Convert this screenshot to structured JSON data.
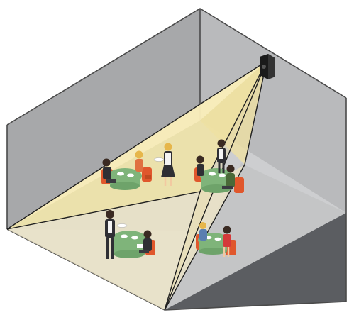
{
  "diagram": {
    "colors": {
      "background": "#ffffff",
      "left_wall": "#a7a8aa",
      "back_wall": "#b9babc",
      "right_wall": "#c4c5c7",
      "floor_front": "#d8d9db",
      "floor_shadow": "#5b5d61",
      "cone_light": "#fff2b0",
      "cone_edge": "#1f1f1f",
      "wall_edge": "#4a4a4a",
      "device": "#1a1a1a",
      "tablecloth": "#7fb47a",
      "chair": "#e0572c",
      "skin": "#f2c9a1",
      "hair_dark": "#3a2a22",
      "hair_blond": "#e6b64a",
      "suit": "#2f2f34",
      "shirt_white": "#f4f4f4",
      "plate": "#ffffff"
    },
    "elements": {
      "room": "room",
      "ceiling_device": "ceiling-mounted-sensor",
      "coverage_cone": "coverage-cone",
      "diners": "restaurant-tables-with-people"
    }
  }
}
